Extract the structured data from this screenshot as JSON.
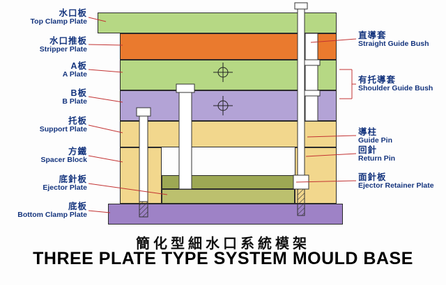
{
  "title": {
    "zh": "簡化型細水口系統模架",
    "en": "THREE PLATE TYPE SYSTEM MOULD BASE"
  },
  "left_labels": [
    {
      "zh": "水口板",
      "en": "Top Clamp Plate"
    },
    {
      "zh": "水口推板",
      "en": "Stripper Plate"
    },
    {
      "zh": "A板",
      "en": "A Plate"
    },
    {
      "zh": "B板",
      "en": "B Plate"
    },
    {
      "zh": "托板",
      "en": "Support Plate"
    },
    {
      "zh": "方鐵",
      "en": "Spacer Block"
    },
    {
      "zh": "底針板",
      "en": "Ejector Plate"
    },
    {
      "zh": "底板",
      "en": "Bottom Clamp Plate"
    }
  ],
  "right_labels": [
    {
      "zh": "直導套",
      "en": "Straight Guide Bush"
    },
    {
      "zh": "有托導套",
      "en": "Shoulder Guide Bush"
    },
    {
      "zh": "導柱",
      "en": "Guide Pin"
    },
    {
      "zh": "回針",
      "en": "Return Pin"
    },
    {
      "zh": "面針板",
      "en": "Ejector Retainer Plate"
    }
  ],
  "colors": {
    "label_text": "#15357e",
    "leader_line": "#c23232",
    "top_clamp_plate": "#b6d884",
    "stripper_plate": "#ea7a2e",
    "a_plate": "#b6d884",
    "b_plate": "#b3a3d6",
    "support_plate": "#f2d78d",
    "spacer_block": "#f2d78d",
    "ejector_retainer_plate": "#9da854",
    "ejector_plate": "#bcc06e",
    "bottom_clamp_plate": "#9e82c6"
  }
}
